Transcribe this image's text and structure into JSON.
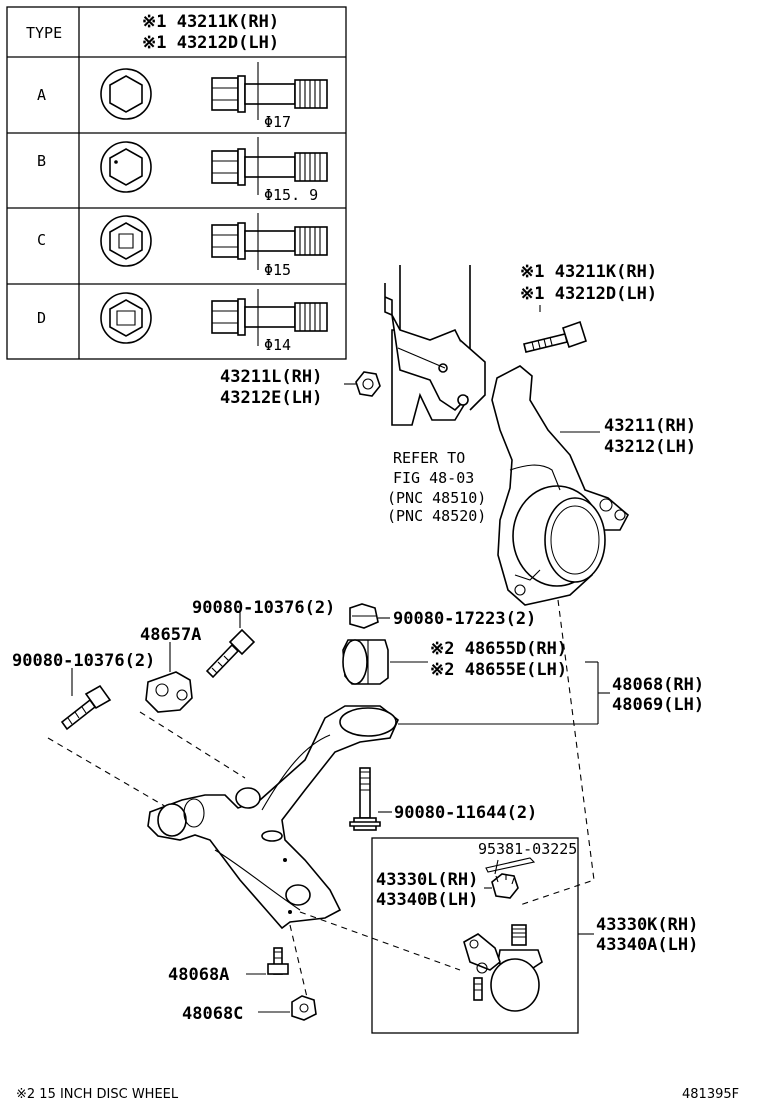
{
  "type_table": {
    "header_type": "TYPE",
    "header_part_rh": "※1 43211K(RH)",
    "header_part_lh": "※1 43212D(LH)",
    "rows": [
      {
        "type": "A",
        "diameter": "Φ17"
      },
      {
        "type": "B",
        "diameter": "Φ15. 9"
      },
      {
        "type": "C",
        "diameter": "Φ15"
      },
      {
        "type": "D",
        "diameter": "Φ14"
      }
    ]
  },
  "callouts": {
    "bolt_rh": "※1 43211K(RH)",
    "bolt_lh": "※1 43212D(LH)",
    "nut_rh": "43211L(RH)",
    "nut_lh": "43212E(LH)",
    "refer_1": "REFER TO",
    "refer_2": "FIG 48-03",
    "pnc_1": "(PNC 48510)",
    "pnc_2": "(PNC 48520)",
    "knuckle_rh": "43211(RH)",
    "knuckle_lh": "43212(LH)",
    "bolt_10376_right": "90080-10376(2)",
    "bolt_10376_left": "90080-10376(2)",
    "bracket": "48657A",
    "nut_17223": "90080-17223(2)",
    "bushing_rh": "※2 48655D(RH)",
    "bushing_lh": "※2 48655E(LH)",
    "arm_rh": "48068(RH)",
    "arm_lh": "48069(LH)",
    "bolt_11644": "90080-11644(2)",
    "cotter_pin": "95381-03225",
    "ball_nut_rh": "43330L(RH)",
    "ball_nut_lh": "43340B(LH)",
    "ball_joint_rh": "43330K(RH)",
    "ball_joint_lh": "43340A(LH)",
    "stud": "48068A",
    "nut_c": "48068C"
  },
  "footer": {
    "note": "※2 15 INCH DISC WHEEL",
    "code": "481395F"
  }
}
